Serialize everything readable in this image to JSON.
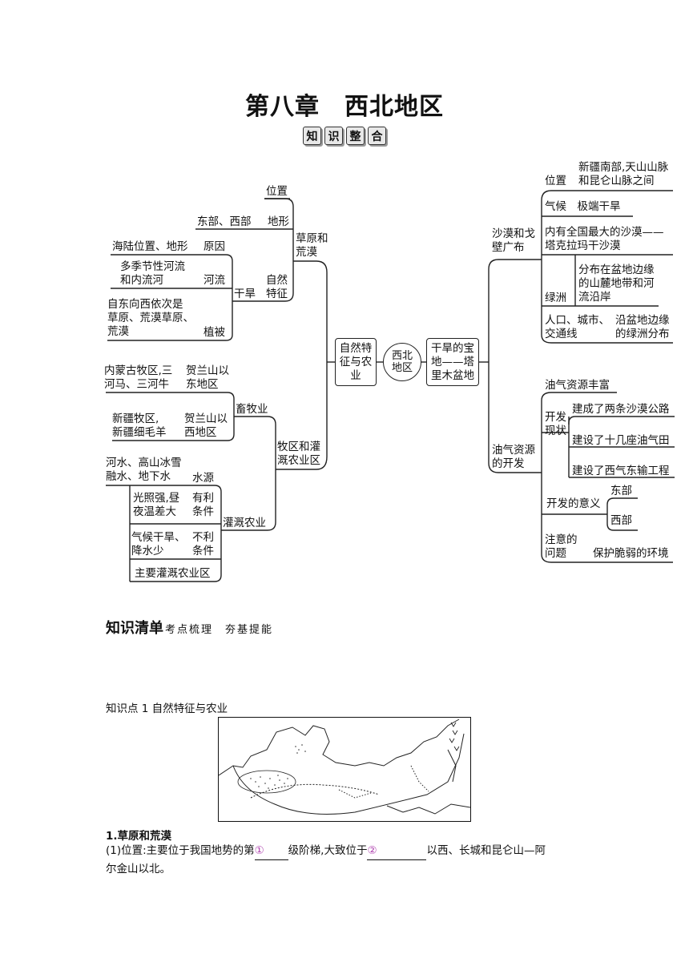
{
  "chapter_title": "第八章　西北地区",
  "badge_chars": [
    "知",
    "识",
    "整",
    "合"
  ],
  "mindmap": {
    "center": "西北\n地区",
    "left_main": "自然特\n征与农\n业",
    "right_main": "干旱的宝\n地——塔\n里木盆地",
    "grass_desert": "草原和\n荒漠",
    "location": "位置",
    "terrain_label": "地形",
    "terrain_value": "东部、西部",
    "natural_features": "自然\n特征",
    "dry": "干旱",
    "cause_label": "原因",
    "cause_value": "海陆位置、地形",
    "river_label": "河流",
    "river_value": "多季节性河流\n和内流河",
    "veg_label": "植被",
    "veg_value": "自东向西依次是\n草原、荒漠草原、\n荒漠",
    "pasture_irrigation": "牧区和灌\n溉农业区",
    "livestock": "畜牧业",
    "nm_value": "内蒙古牧区,三\n河马、三河牛",
    "nm_label": "贺兰山以\n东地区",
    "xj_value": "新疆牧区,\n新疆细毛羊",
    "xj_label": "贺兰山以\n西地区",
    "irrigation": "灌溉农业",
    "water_value": "河水、高山冰雪\n融水、地下水",
    "water_label": "水源",
    "good_value": "光照强,昼\n夜温差大",
    "good_label": "有利\n条件",
    "bad_value": "气候干旱、\n降水少",
    "bad_label": "不利\n条件",
    "main_area": "主要灌溉农业区",
    "desert_gobi": "沙漠和戈\n壁广布",
    "r_location_label": "位置",
    "r_location_value": "新疆南部,天山山脉\n和昆仑山脉之间",
    "r_climate": "气候　极端干旱",
    "r_desert": "内有全国最大的沙漠——\n塔克拉玛干沙漠",
    "r_oasis_label": "绿洲",
    "r_oasis_value": "分布在盆地边缘\n的山麓地带和河\n流沿岸",
    "r_pop_label": "人口、城市、\n交通线",
    "r_pop_value": "沿盆地边缘\n的绿洲分布",
    "oil_dev": "油气资源\n的开发",
    "oil_rich": "油气资源丰富",
    "dev_status": "开发\n现状",
    "status1": "建成了两条沙漠公路",
    "status2": "建设了十几座油气田",
    "status3": "建设了西气东输工程",
    "dev_meaning": "开发的意义",
    "east": "东部",
    "west": "西部",
    "attention_label": "注意的\n问题",
    "attention_value": "保护脆弱的环境"
  },
  "section": {
    "title": "知识清单",
    "subtitle": "考点梳理　夯基提能"
  },
  "knowledge_point": "知识点 1 自然特征与农业",
  "subheading": "1.草原和荒漠",
  "paragraph": {
    "p1": "(1)位置:主要位于我国地势的第",
    "blank1": "①",
    "p2": "级阶梯,大致位于",
    "blank2": "②",
    "p3": "以西、长城和昆仑山—阿",
    "p4": "尔金山以北。"
  }
}
